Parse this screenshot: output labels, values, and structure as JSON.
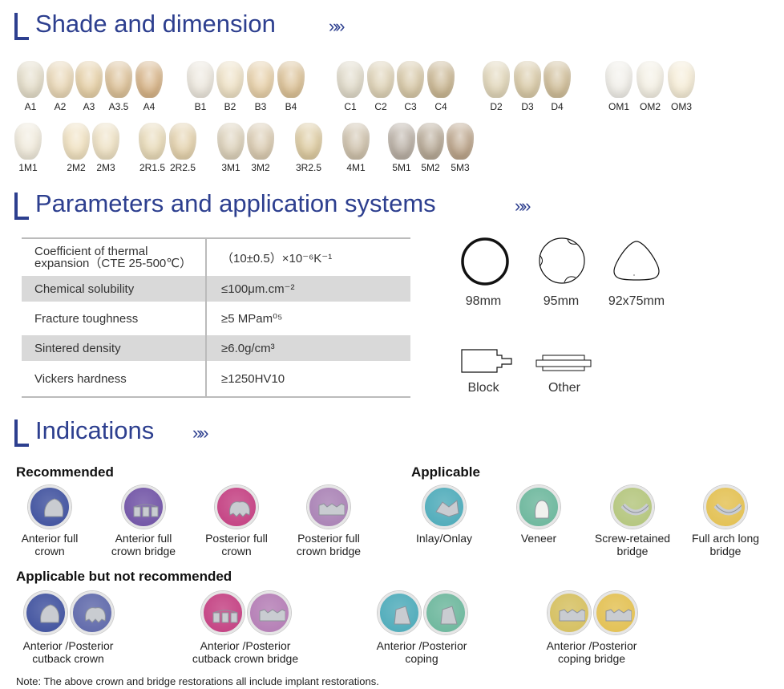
{
  "sections": {
    "shade": "Shade and dimension",
    "params": "Parameters and application systems",
    "indications": "Indications"
  },
  "arrows": "»»",
  "shades_row1": [
    "A1",
    "A2",
    "A3",
    "A3.5",
    "A4",
    "B1",
    "B2",
    "B3",
    "B4",
    "C1",
    "C2",
    "C3",
    "C4",
    "D2",
    "D3",
    "D4",
    "OM1",
    "OM2",
    "OM3"
  ],
  "shades_row2": [
    "1M1",
    "2M2",
    "2M3",
    "2R1.5",
    "2R2.5",
    "3M1",
    "3M2",
    "3R2.5",
    "4M1",
    "5M1",
    "5M2",
    "5M3"
  ],
  "table": [
    {
      "name": "Coefficient of thermal expansion（CTE 25-500℃）",
      "value": "（10±0.5）×10⁻⁶K⁻¹",
      "shaded": false
    },
    {
      "name": "Chemical solubility",
      "value": "≤100μm.cm⁻²",
      "shaded": true
    },
    {
      "name": "Fracture toughness",
      "value": "≥5 MPam⁰⁵",
      "shaded": false
    },
    {
      "name": "Sintered density",
      "value": "≥6.0g/cm³",
      "shaded": true
    },
    {
      "name": "Vickers hardness",
      "value": "≥1250HV10",
      "shaded": false
    }
  ],
  "discs": [
    "98mm",
    "95mm",
    "92x75mm"
  ],
  "systems": [
    "Block",
    "Other"
  ],
  "groups": {
    "recommended": "Recommended",
    "applicable": "Applicable",
    "not_recommended": "Applicable but not recommended"
  },
  "recommended": [
    {
      "line1": "Anterior full",
      "line2": "crown",
      "icon": "anterior-crown-icon",
      "color": "#3c4e9c"
    },
    {
      "line1": "Anterior full",
      "line2": "crown bridge",
      "icon": "anterior-bridge-icon",
      "color": "#6d4fa3"
    },
    {
      "line1": "Posterior full",
      "line2": "crown",
      "icon": "posterior-crown-icon",
      "color": "#c23c7f"
    },
    {
      "line1": "Posterior full",
      "line2": "crown bridge",
      "icon": "posterior-bridge-icon",
      "color": "#a77fb3"
    }
  ],
  "applicable": [
    {
      "line1": "Inlay/Onlay",
      "line2": "",
      "icon": "inlay-onlay-icon",
      "color": "#4aa9b8"
    },
    {
      "line1": "Veneer",
      "line2": "",
      "icon": "veneer-icon",
      "color": "#69b59a"
    },
    {
      "line1": "Screw-retained",
      "line2": "bridge",
      "icon": "screw-bridge-icon",
      "color": "#b2c47a"
    },
    {
      "line1": "Full arch long",
      "line2": "bridge",
      "icon": "full-arch-icon",
      "color": "#e2bf4f"
    }
  ],
  "not_recommended": [
    {
      "line1": "Anterior /Posterior",
      "line2": "cutback crown",
      "icons": [
        "cutback-anterior-icon",
        "cutback-posterior-icon"
      ],
      "colors": [
        "#3c4e9c",
        "#5b65a8"
      ]
    },
    {
      "line1": "Anterior /Posterior",
      "line2": "cutback crown bridge",
      "icons": [
        "cutback-bridge-anterior-icon",
        "cutback-bridge-posterior-icon"
      ],
      "colors": [
        "#c23c7f",
        "#b27ab3"
      ]
    },
    {
      "line1": "Anterior /Posterior",
      "line2": "coping",
      "icons": [
        "coping-anterior-icon",
        "coping-posterior-icon"
      ],
      "colors": [
        "#4aa9b8",
        "#69b59a"
      ]
    },
    {
      "line1": "Anterior /Posterior",
      "line2": "coping  bridge",
      "icons": [
        "coping-bridge-anterior-icon",
        "coping-bridge-posterior-icon"
      ],
      "colors": [
        "#d4be5c",
        "#e2bf4f"
      ]
    }
  ],
  "note": "Note: The above crown and bridge restorations all include implant restorations."
}
